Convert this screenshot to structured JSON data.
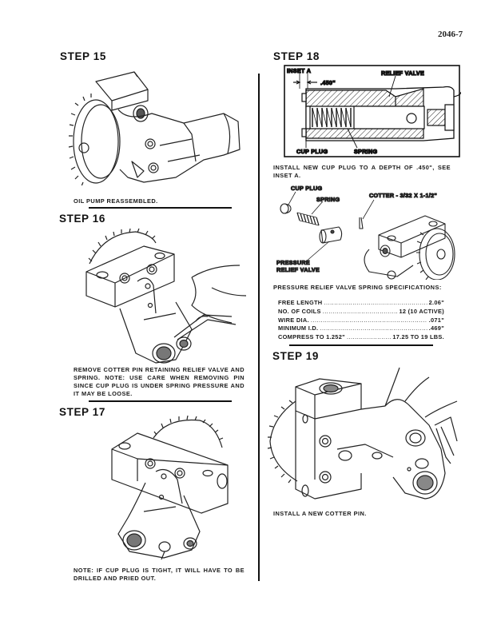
{
  "page": {
    "page_number": "2046-7"
  },
  "steps": [
    {
      "title": "STEP 15",
      "caption": "OIL PUMP REASSEMBLED.",
      "figure": "oil-pump-reassembled"
    },
    {
      "title": "STEP 16",
      "caption": "REMOVE COTTER PIN RETAINING RELIEF VALVE AND SPRING. NOTE: USE CARE WHEN REMOVING PIN SINCE CUP PLUG IS UNDER SPRING PRESSURE AND IT MAY BE LOOSE.",
      "figure": "remove-cotter-pin"
    },
    {
      "title": "STEP 17",
      "caption": "NOTE: IF CUP PLUG IS TIGHT, IT WILL HAVE TO BE DRILLED AND PRIED OUT.",
      "figure": "cup-plug-location"
    },
    {
      "title": "STEP 18",
      "caption": "INSTALL NEW CUP PLUG TO A DEPTH OF .450\", SEE INSET A.",
      "inset_labels": {
        "inset": "INSET A",
        "depth": ".450\"",
        "relief_valve": "RELIEF VALVE",
        "cup_plug": "CUP PLUG",
        "spring": "SPRING"
      },
      "exploded_labels": {
        "cup_plug": "CUP PLUG",
        "spring": "SPRING",
        "cotter": "COTTER - 3/32 X 1-1/2\"",
        "pressure_relief_valve_line1": "PRESSURE",
        "pressure_relief_valve_line2": "RELIEF VALVE"
      },
      "spec_heading": "PRESSURE RELIEF VALVE SPRING SPECIFICATIONS:",
      "specs": [
        {
          "name": "FREE LENGTH",
          "value": "2.06\""
        },
        {
          "name": "NO. OF COILS",
          "value": "12 (10 ACTIVE)"
        },
        {
          "name": "WIRE DIA.",
          "value": ".071\""
        },
        {
          "name": "MINIMUM I.D.",
          "value": ".469\""
        },
        {
          "name": "COMPRESS TO 1.252\"",
          "value": "17.25 TO 19 LBS."
        }
      ]
    },
    {
      "title": "STEP 19",
      "caption": "INSTALL A NEW COTTER PIN.",
      "figure": "install-cotter-pin"
    }
  ]
}
